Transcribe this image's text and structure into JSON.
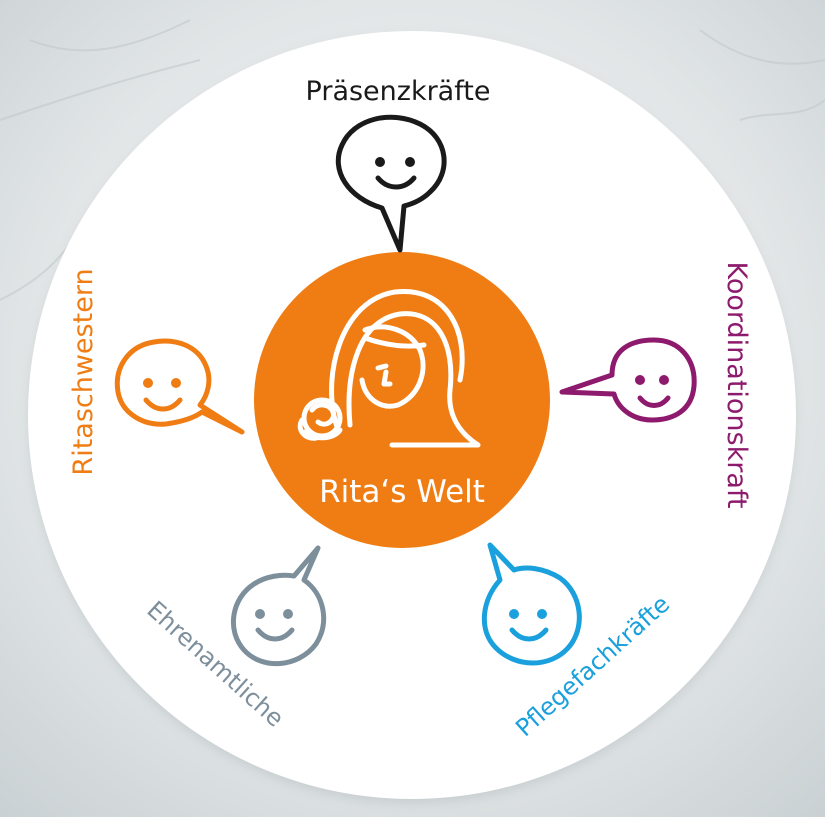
{
  "center": {
    "label": "Rita‘s Welt",
    "color": "#ef7d14"
  },
  "roles": [
    {
      "label": "Präsenzkräfte",
      "color": "#1a1a1a"
    },
    {
      "label": "Koordinationskraft",
      "color": "#8e1a6e"
    },
    {
      "label": "Pflegefachkräfte",
      "color": "#1aa0dc"
    },
    {
      "label": "Ehrenamtliche",
      "color": "#7e8f9c"
    },
    {
      "label": "Ritaschwestern",
      "color": "#ef7d14"
    }
  ],
  "icons": {
    "bubble": "smiley-speech-bubble-icon",
    "logo": "saint-rita-with-rose-icon"
  }
}
